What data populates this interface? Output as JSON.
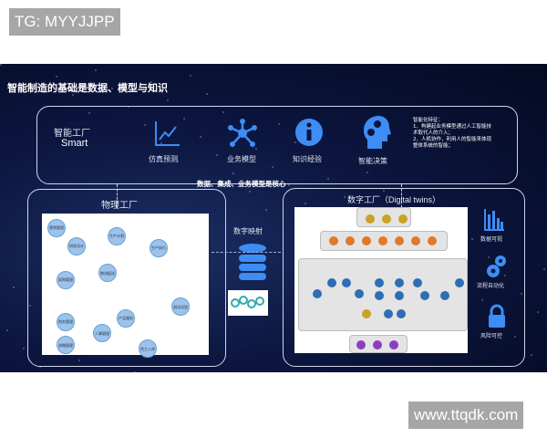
{
  "watermarks": {
    "top_left": "TG: MYYJJPP",
    "bottom_right": "www.ttqdk.com"
  },
  "banner": {
    "title": "智能制造的基础是数据、模型与知识",
    "smart_panel": {
      "label_cn": "智能工厂",
      "label_en": "Smart",
      "items": [
        {
          "icon": "line-chart-icon",
          "label": "仿真预测"
        },
        {
          "icon": "network-hub-icon",
          "label": "业务模型"
        },
        {
          "icon": "info-icon",
          "label": "知识经验"
        },
        {
          "icon": "head-gears-icon",
          "label": "智能决策"
        }
      ],
      "features": [
        "智能化特征：",
        "1、构建起业务模型通过人工智能技术取代人的介入；",
        "2、人机协作，利用人的智能来体现整体系统的智能；"
      ]
    },
    "core_caption": "数据、集成、业务模型是核心",
    "physical_factory": {
      "title": "物理工厂",
      "nodes": [
        "营销管理",
        "研发设计",
        "生产计划",
        "生产执行",
        "采购管理",
        "物流配送",
        "财务管理",
        "产品服务",
        "测试试验",
        "战略管理",
        "人事管理",
        "完工入库"
      ]
    },
    "digital_mapping": {
      "title": "数字映射",
      "icon": "database-icon"
    },
    "digital_factory": {
      "title": "数字工厂（Digital twins）"
    },
    "capabilities": [
      {
        "icon": "bar-chart-icon",
        "label": "数据可视"
      },
      {
        "icon": "gears-icon",
        "label": "流程自动化"
      },
      {
        "icon": "lock-icon",
        "label": "风险可控"
      }
    ],
    "colors": {
      "accent": "#3d8df5",
      "background": "#0c1640"
    }
  }
}
